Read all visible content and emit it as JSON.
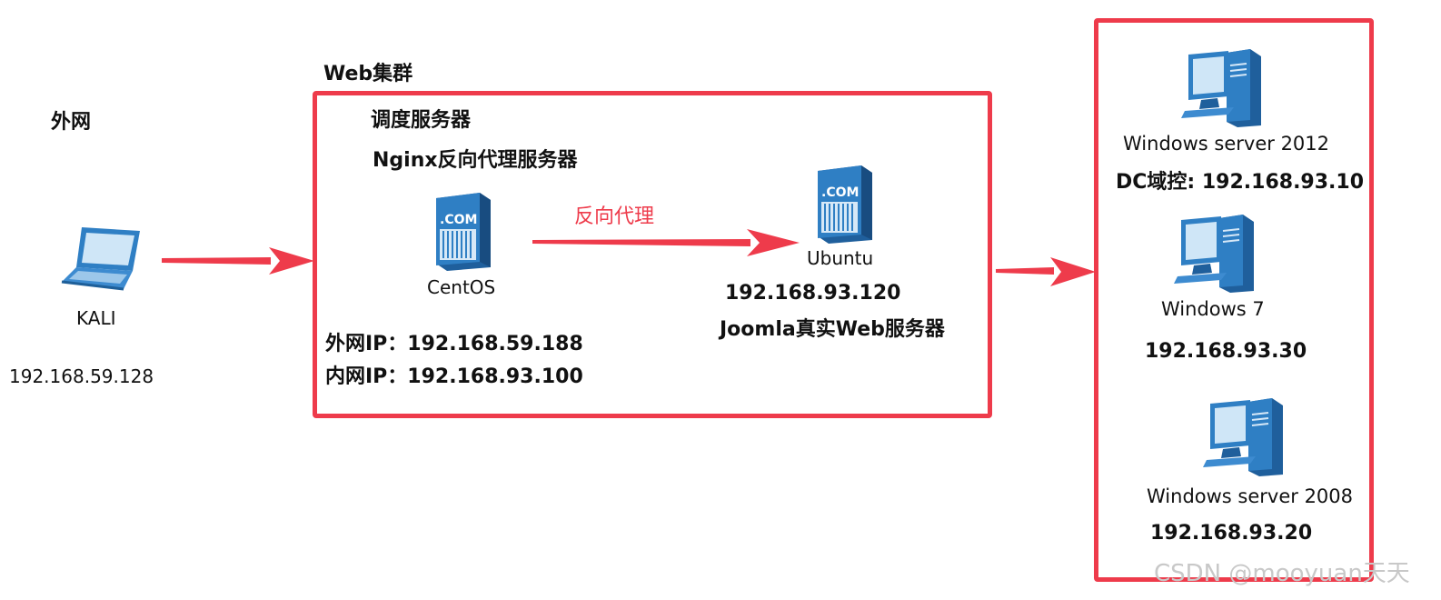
{
  "zones": {
    "external_label": "外网",
    "cluster_label": "Web集群"
  },
  "kali": {
    "name": "KALI",
    "ip": "192.168.59.128"
  },
  "centos": {
    "role_line1": "调度服务器",
    "role_line2": "Nginx反向代理服务器",
    "name": "CentOS",
    "external_ip": "外网IP：192.168.59.188",
    "internal_ip": "内网IP：192.168.93.100",
    "icon_text": ".COM"
  },
  "proxy_label": "反向代理",
  "ubuntu": {
    "name": "Ubuntu",
    "ip": "192.168.93.120",
    "role": "Joomla真实Web服务器",
    "icon_text": ".COM"
  },
  "internal_hosts": [
    {
      "name": "Windows server 2012",
      "ip": "DC域控: 192.168.93.10"
    },
    {
      "name": "Windows 7",
      "ip": "192.168.93.30"
    },
    {
      "name": "Windows server 2008",
      "ip": "192.168.93.20"
    }
  ],
  "watermark": "CSDN @mooyuan天天",
  "colors": {
    "box_border": "#ee3b4b",
    "arrow": "#ee3b4b",
    "proxy_label": "#ee3b4b",
    "icon_blue": "#2f7fc4"
  }
}
